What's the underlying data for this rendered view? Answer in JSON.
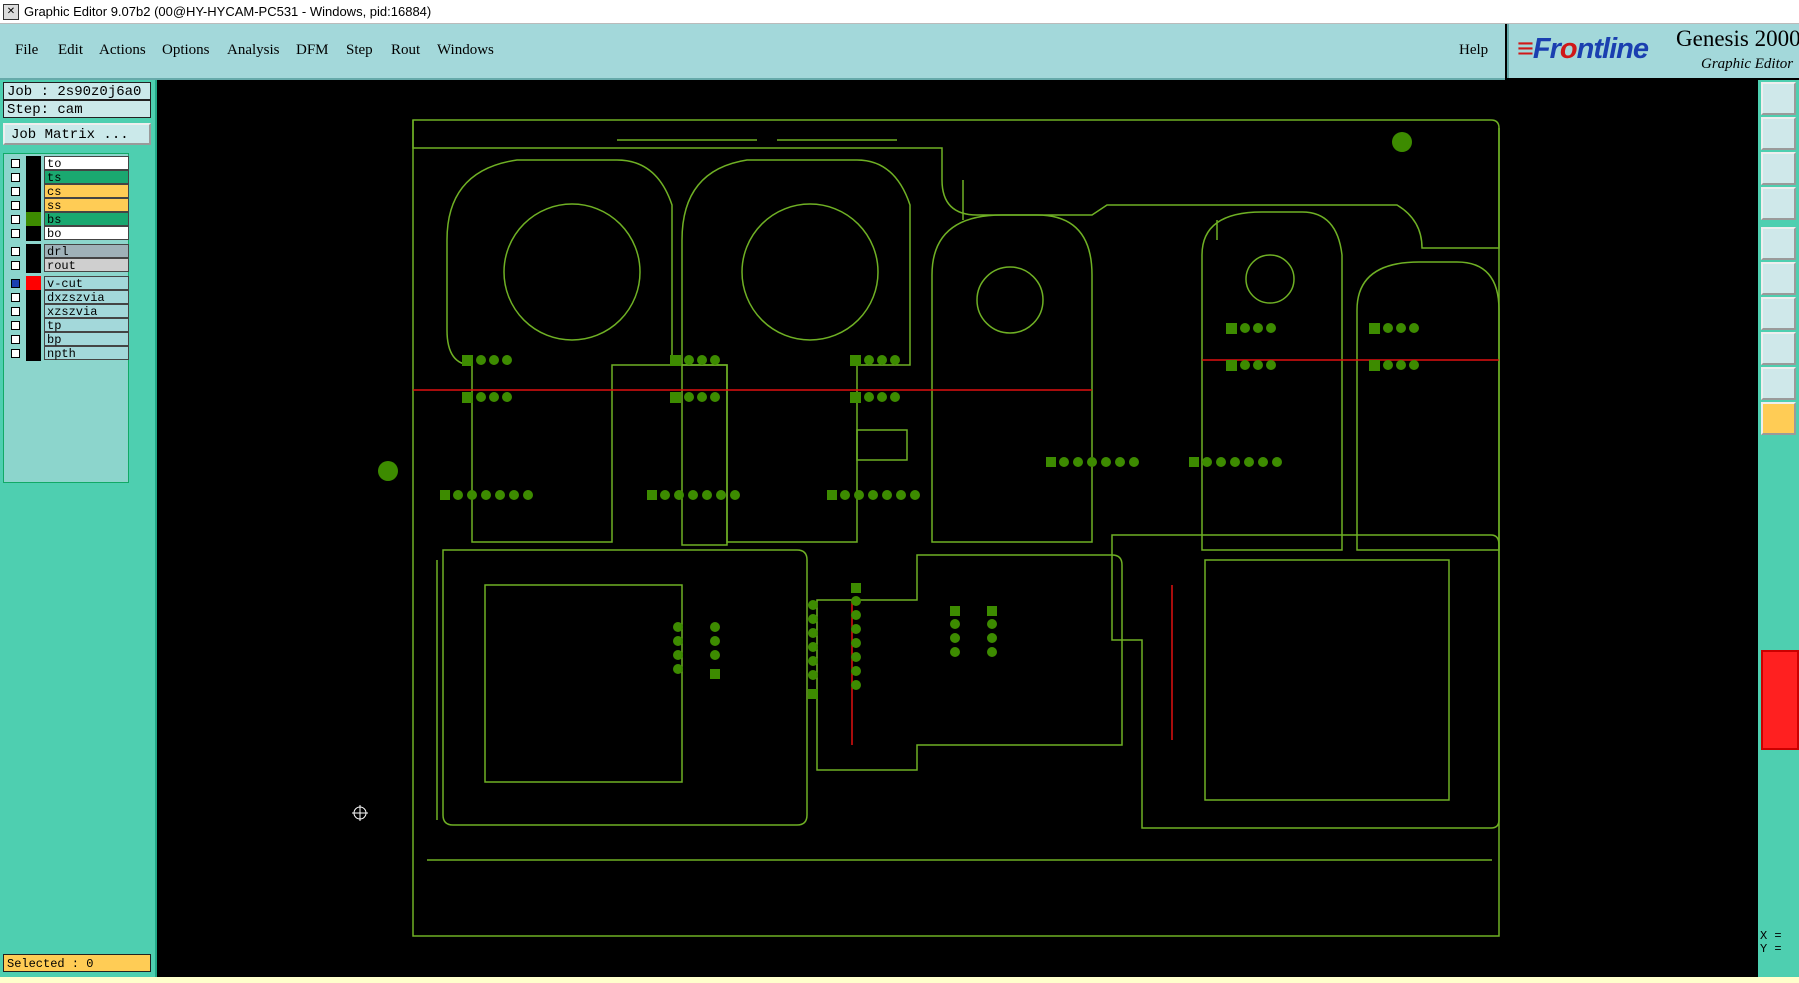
{
  "window": {
    "title": "Graphic Editor 9.07b2 (00@HY-HYCAM-PC531 - Windows, pid:16884)"
  },
  "menu": {
    "items": [
      "File",
      "Edit",
      "Actions",
      "Options",
      "Analysis",
      "DFM",
      "Step",
      "Rout",
      "Windows"
    ],
    "help": "Help"
  },
  "brand": {
    "logo_lead": "Fr",
    "logo_accent": "o",
    "logo_tail": "ntline",
    "product": "Genesis 2000",
    "subtitle": "Graphic Editor"
  },
  "job": {
    "job_line": "Job : 2s90z0j6a0",
    "step_line": "Step: cam",
    "matrix_button": "Job Matrix ..."
  },
  "layers": [
    {
      "name": "to",
      "color": "#ffffff",
      "swatch": "#000000"
    },
    {
      "name": "ts",
      "color": "#1aa870",
      "swatch": "#000000"
    },
    {
      "name": "cs",
      "color": "#ffcc55",
      "swatch": "#000000"
    },
    {
      "name": "ss",
      "color": "#ffcc55",
      "swatch": "#000000"
    },
    {
      "name": "bs",
      "color": "#1aa870",
      "swatch": "#3d8b00"
    },
    {
      "name": "bo",
      "color": "#ffffff",
      "swatch": "#000000"
    },
    {
      "name": "drl",
      "color": "#9fb1b8",
      "swatch": "#000000"
    },
    {
      "name": "rout",
      "color": "#cfcfcf",
      "swatch": "#000000"
    },
    {
      "name": "v-cut",
      "color": "#a3d8da",
      "swatch": "#ff0000",
      "checked": true
    },
    {
      "name": "dxzszvia",
      "color": "#a3d8da",
      "swatch": "#000000"
    },
    {
      "name": "xzszvia",
      "color": "#a3d8da",
      "swatch": "#000000"
    },
    {
      "name": "tp",
      "color": "#a3d8da",
      "swatch": "#000000"
    },
    {
      "name": "bp",
      "color": "#a3d8da",
      "swatch": "#000000"
    },
    {
      "name": "npth",
      "color": "#a3d8da",
      "swatch": "#000000"
    }
  ],
  "status": {
    "selected": "Selected : 0",
    "x_label": "X =",
    "y_label": "Y ="
  },
  "colors": {
    "outline": "#6fb024",
    "pad": "#3d8b00",
    "vcut": "#e01010",
    "panel": "#4ecfb0",
    "menu": "#a3d8da"
  },
  "toolbar_icons": [
    "step-icon",
    "window-icon",
    "fit-icon",
    "layers-icon",
    "snapshot-icon",
    "network-icon",
    "measure-icon",
    "feature-icon",
    "warning-icon",
    "pointer-icon"
  ]
}
